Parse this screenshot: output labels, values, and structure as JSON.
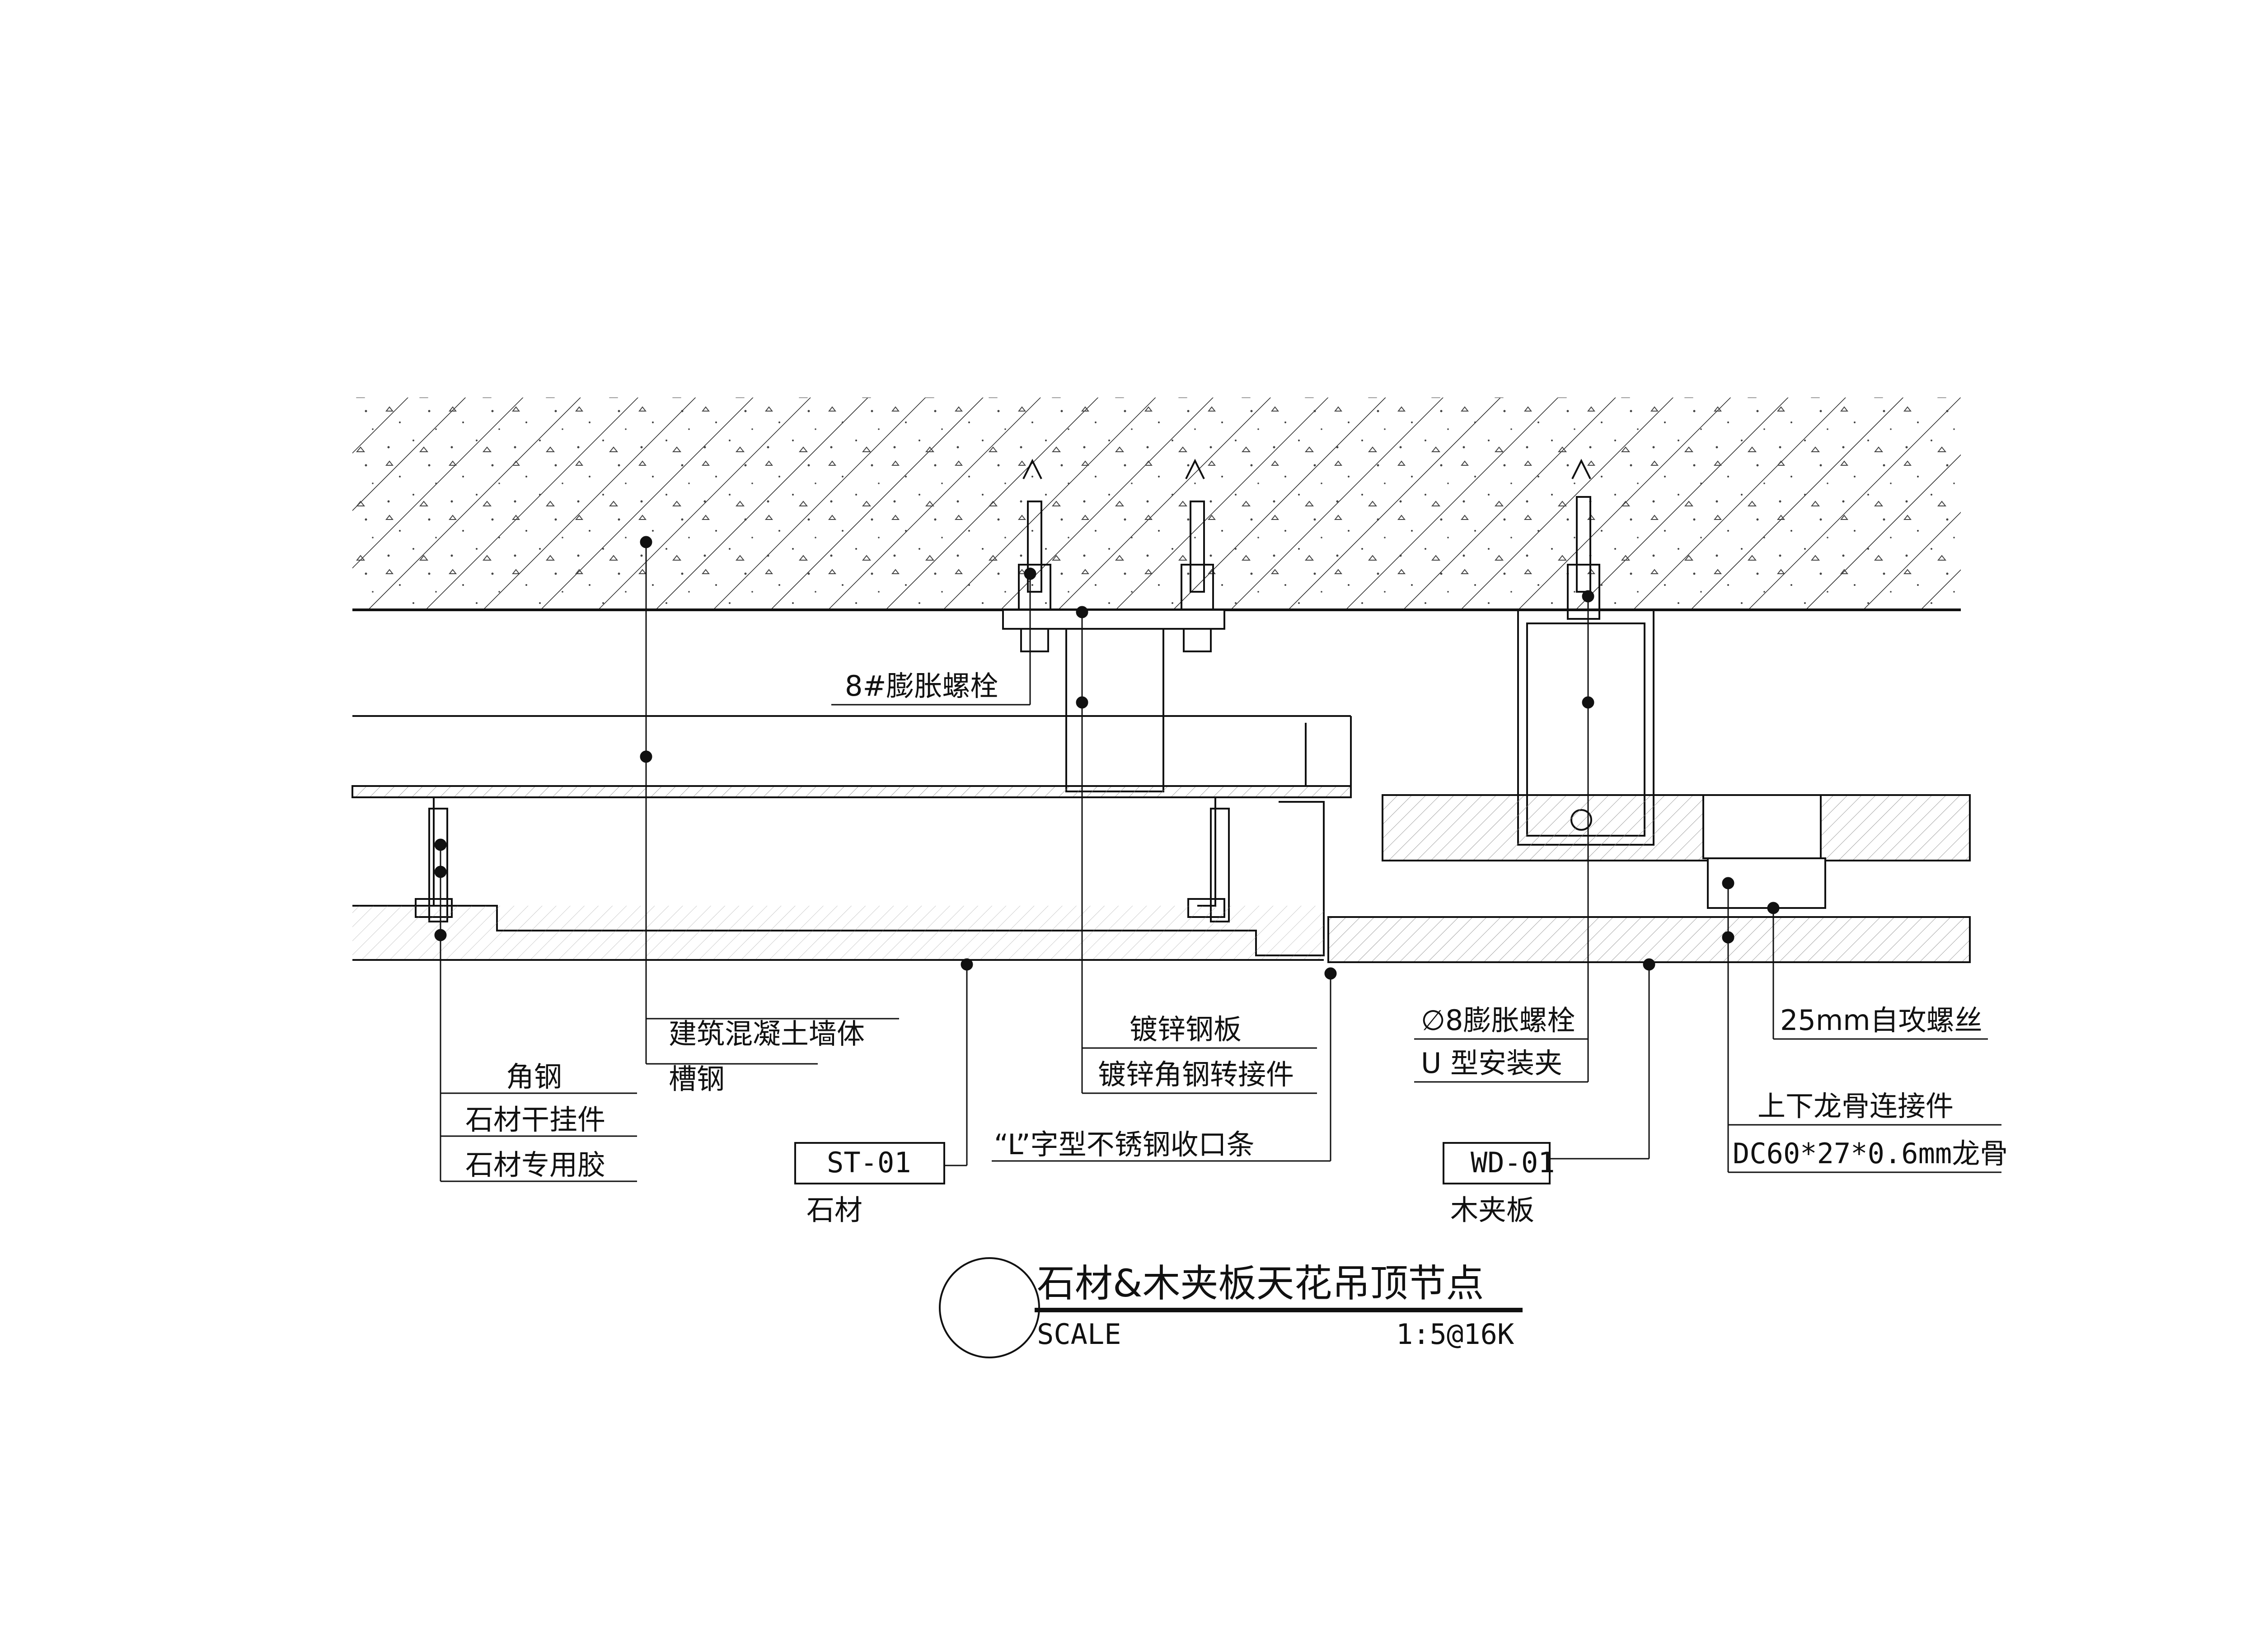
{
  "drawing": {
    "title": "石材&木夹板天花吊顶节点",
    "scale_label": "SCALE",
    "scale_value": "1:5@16K"
  },
  "labels": {
    "expansion_bolt_8": "8#膨胀螺栓",
    "concrete_wall": "建筑混凝土墙体",
    "channel_steel": "槽钢",
    "angle_steel": "角钢",
    "stone_hanger": "石材干挂件",
    "stone_glue": "石材专用胶",
    "galvanized_plate": "镀锌钢板",
    "galvanized_angle_adapter": "镀锌角钢转接件",
    "l_trim": "“L”字型不锈钢收口条",
    "expansion_bolt_phi8": "∅8膨胀螺栓",
    "u_clip": "U 型安装夹",
    "self_tapping_screw": "25mm自攻螺丝",
    "keel_connector": "上下龙骨连接件",
    "keel_spec": "DC60*27*0.6mm龙骨",
    "wood_tag": "WD-01",
    "wood_name": "木夹板",
    "stone_tag": "ST-01",
    "stone_name": "石材"
  },
  "colors": {
    "line": "#111111",
    "fill_light": "#f7f7f7"
  }
}
